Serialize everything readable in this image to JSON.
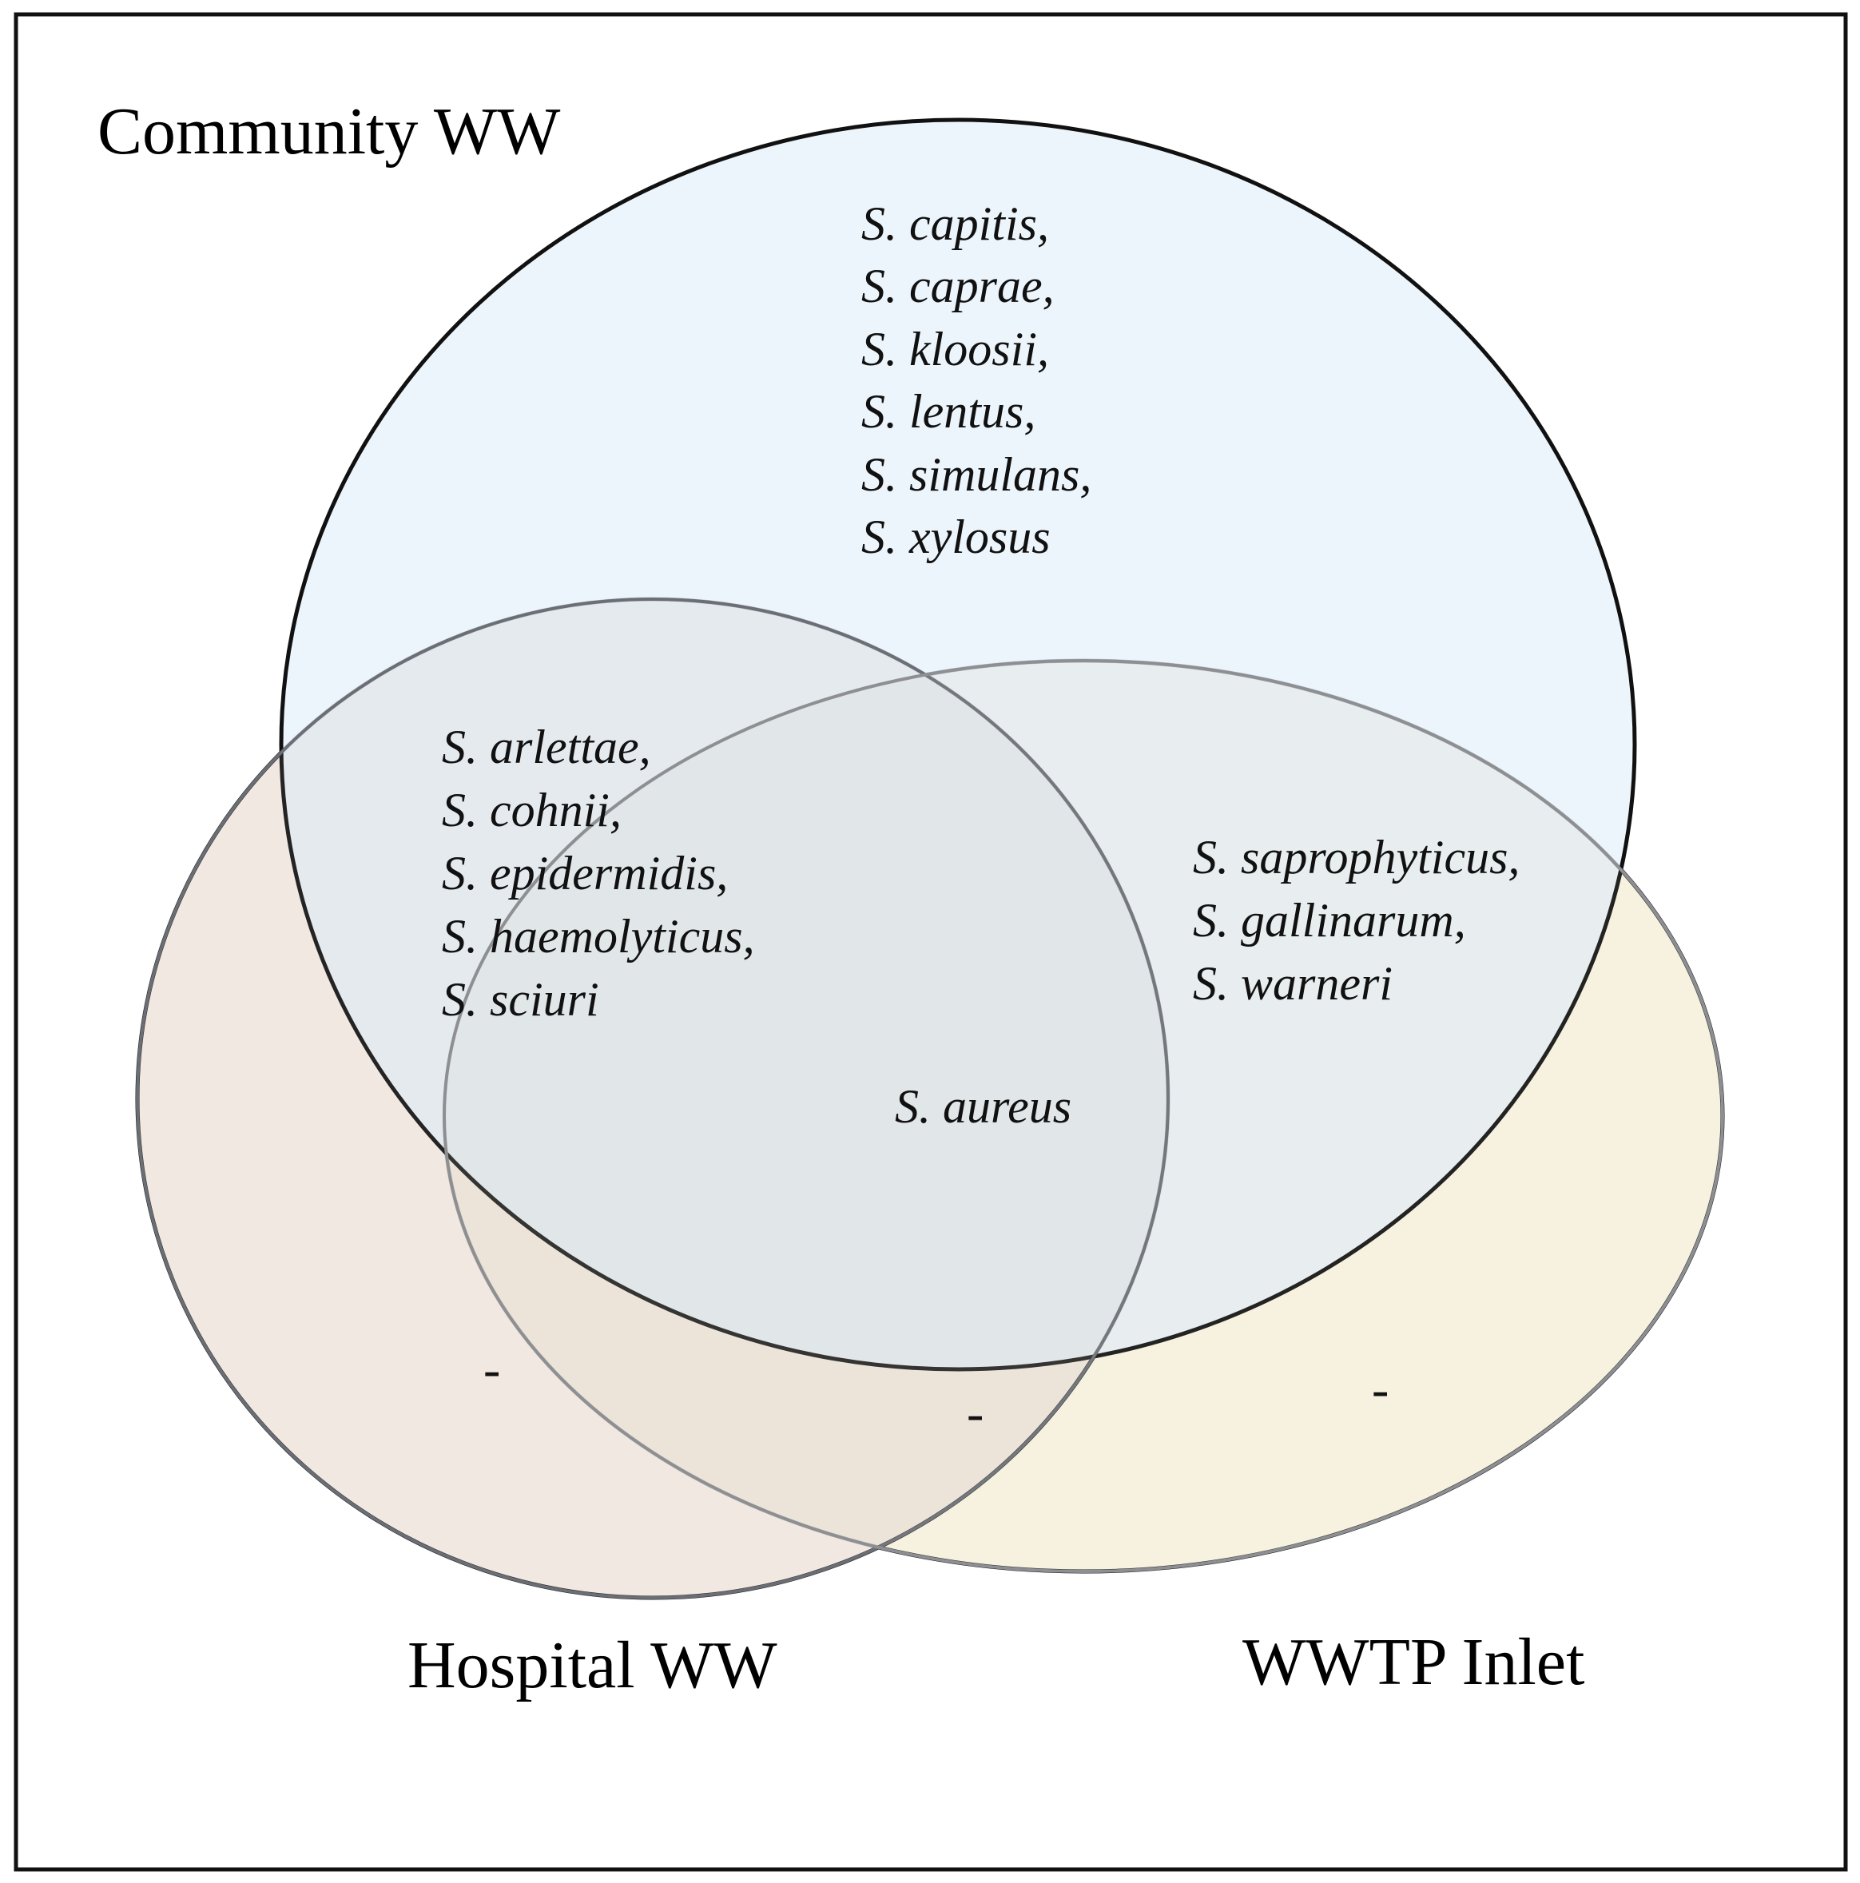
{
  "sets": {
    "community": {
      "label": "Community WW",
      "color": "#e9f2fb"
    },
    "hospital": {
      "label": "Hospital WW",
      "color": "#f9ede3"
    },
    "wwtp": {
      "label": "WWTP Inlet",
      "color": "#fdf5e0"
    }
  },
  "regions": {
    "community_only": [
      "S. capitis,",
      "S. caprae,",
      "S. kloosii,",
      "S. lentus,",
      "S. simulans,",
      "S. xylosus"
    ],
    "community_hospital": [
      "S. arlettae,",
      "S. cohnii,",
      "S. epidermidis,",
      "S. haemolyticus,",
      "S. sciuri"
    ],
    "community_wwtp": [
      "S. saprophyticus,",
      "S. gallinarum,",
      "S. warneri"
    ],
    "all_three": [
      "S. aureus"
    ],
    "hospital_only": [
      "-"
    ],
    "hospital_wwtp": [
      "-"
    ],
    "wwtp_only": [
      "-"
    ]
  }
}
